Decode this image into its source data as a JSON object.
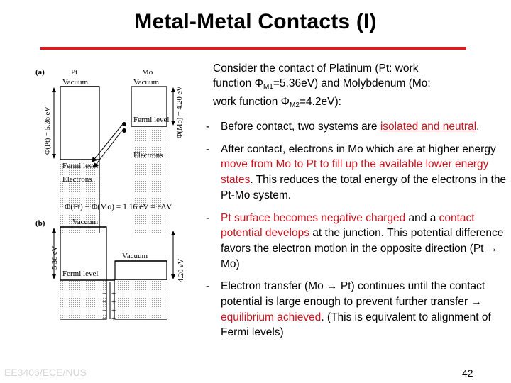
{
  "slide": {
    "title": "Metal-Metal Contacts (I)",
    "intro": {
      "line1": "Consider the contact of Platinum (Pt: work",
      "line2a": "function Φ",
      "sub1": "M1",
      "line2b": "=5.36eV) and Molybdenum (Mo:",
      "line3a": "work function Φ",
      "sub2": "M2",
      "line3b": "=4.2eV):"
    },
    "bullets": [
      {
        "dash": "-",
        "a": "Before contact, two systems are ",
        "b": "isolated and neutral",
        "c": "."
      },
      {
        "dash": "-",
        "a": "After contact, electrons in Mo which are at higher energy ",
        "b": "move from Mo to Pt to fill up the available lower energy states",
        "c": ". This reduces the total energy of the electrons in the Pt-Mo system."
      },
      {
        "dash": "-",
        "b1": "Pt surface becomes negative charged",
        "a": " and a ",
        "b2": "contact potential develops",
        "c": " at the junction. This potential difference favors the electron motion in the opposite direction (Pt ",
        "arrow": "→",
        "d": " Mo)"
      },
      {
        "dash": "-",
        "a": "Electron transfer (Mo ",
        "arrow1": "→",
        "b": " Pt) continues until the contact potential is large enough to prevent further transfer ",
        "arrow2": "→",
        "c": " ",
        "red": "equilibrium achieved",
        "d": ". (This is equivalent to alignment of Fermi levels)"
      }
    ],
    "footer_left": "EE3406/ECE/NUS",
    "page_number": "42",
    "colors": {
      "accent_red": "#c8141e",
      "rule_red": "#e0191f"
    }
  },
  "diagram": {
    "a": {
      "label": "(a)",
      "pt": "Pt",
      "pt_vacuum": "Vacuum",
      "mo": "Mo",
      "mo_vacuum": "Vacuum",
      "pt_wf": "Φ(Pt) = 5.36 eV",
      "mo_wf": "Φ(Mo) = 4.20 eV",
      "fermi_left": "Fermi level",
      "fermi_right": "Fermi level",
      "electrons_left": "Electrons",
      "electrons_right": "Electrons"
    },
    "b": {
      "label": "(b)",
      "dv": "Φ(Pt) − Φ(Mo) = 1.16 eV = eΔV",
      "vacuum_left": "Vacuum",
      "vacuum_right": "Vacuum",
      "left_wf": "5.36 eV",
      "right_wf": "4.20 eV",
      "fermi": "Fermi level",
      "minus": "−",
      "plus": "+"
    }
  }
}
